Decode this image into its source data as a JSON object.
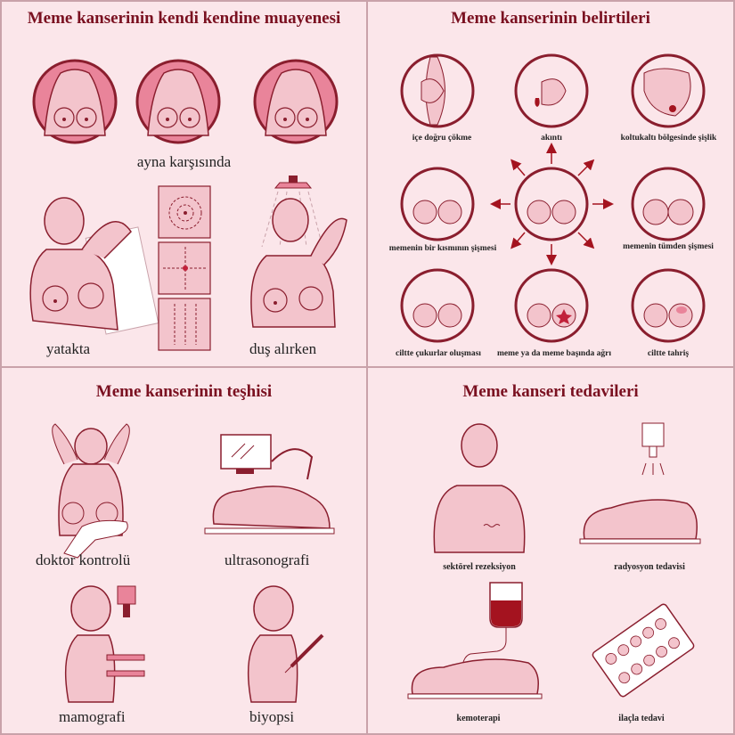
{
  "colors": {
    "skin": "#f3c4cc",
    "outline": "#8a1e2e",
    "accent": "#e9849a",
    "blood": "#a4131f",
    "bg": "#fbe6ea"
  },
  "q1": {
    "title": "Meme kanserinin kendi kendine muayenesi",
    "label_mirror": "ayna karşısında",
    "label_bed": "yatakta",
    "label_shower": "duş alırken"
  },
  "q2": {
    "title": "Meme kanserinin belirtileri",
    "symptoms": [
      "içe doğru çökme",
      "akıntı",
      "koltukaltı bölgesinde şişlik",
      "memenin bir kısmının şişmesi",
      "memenin tümden şişmesi",
      "ciltte çukurlar oluşması",
      "meme ya da meme başında ağrı",
      "ciltte tahriş"
    ]
  },
  "q3": {
    "title": "Meme kanserinin teşhisi",
    "label_doctor": "doktor kontrolü",
    "label_ultra": "ultrasonografi",
    "label_mammo": "mamografi",
    "label_biopsy": "biyopsi"
  },
  "q4": {
    "title": "Meme kanseri tedavileri",
    "label_sector": "sektörel rezeksiyon",
    "label_radio": "radyosyon tedavisi",
    "label_chemo": "kemoterapi",
    "label_drug": "ilaçla tedavi"
  }
}
